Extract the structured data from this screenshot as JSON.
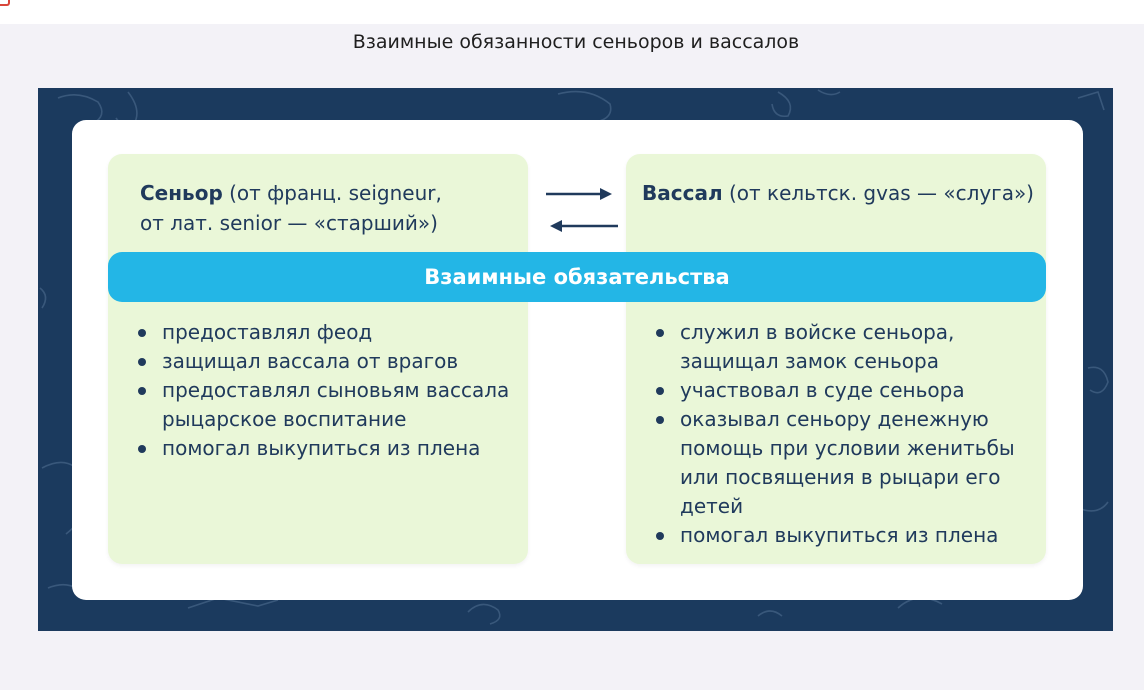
{
  "page": {
    "title": "Взаимные обязанности сеньоров и вассалов"
  },
  "diagram": {
    "left": {
      "term": "Сеньор",
      "definition_line1": " (от франц. seigneur,",
      "definition_line2": "от лат. senior — «старший»)",
      "duties": [
        "предоставлял феод",
        "защищал вассала от врагов",
        "предоставлял сыновьям вассала рыцарское воспитание",
        "помогал выкупиться из плена"
      ]
    },
    "right": {
      "term": "Вассал",
      "definition": " (от кельтск. gvas — «слуга»)",
      "duties": [
        "служил в войске сеньора, защищал замок сеньора",
        "участвовал в суде сеньора",
        "оказывал сеньору денежную помощь при условии женитьбы или посвящения в рыцари его детей",
        "помогал выкупиться из плена"
      ]
    },
    "banner": "Взаимные обязательства"
  },
  "colors": {
    "panel_background": "#1b3a5e",
    "box_fill": "#eaf7d8",
    "banner_fill": "#23b6e6",
    "text_dark": "#203a5c"
  },
  "icons": {
    "arrow_right": "arrow-right-icon",
    "arrow_left": "arrow-left-icon"
  }
}
